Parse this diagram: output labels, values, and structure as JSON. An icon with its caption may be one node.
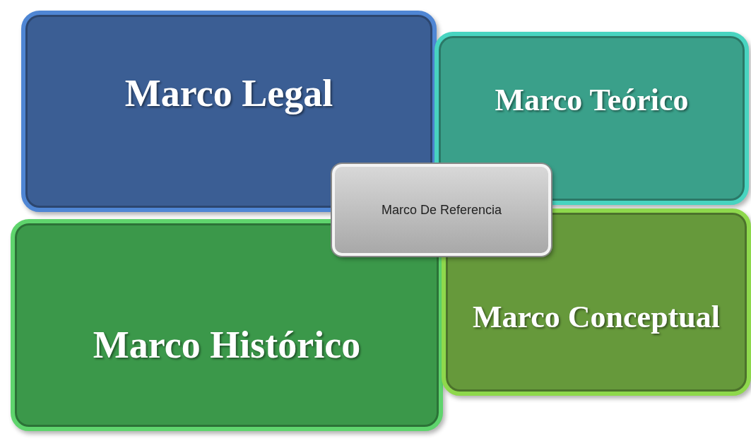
{
  "diagram": {
    "nodes": [
      {
        "text": [
          "Marco Legal"
        ]
      },
      {
        "text": [
          "Marco Teórico"
        ]
      },
      {
        "text": [
          "Marco De Referencia"
        ]
      },
      {
        "text": [
          "Marco Histórico"
        ]
      },
      {
        "text": [
          "Marco Conceptual"
        ]
      }
    ],
    "edges": []
  }
}
